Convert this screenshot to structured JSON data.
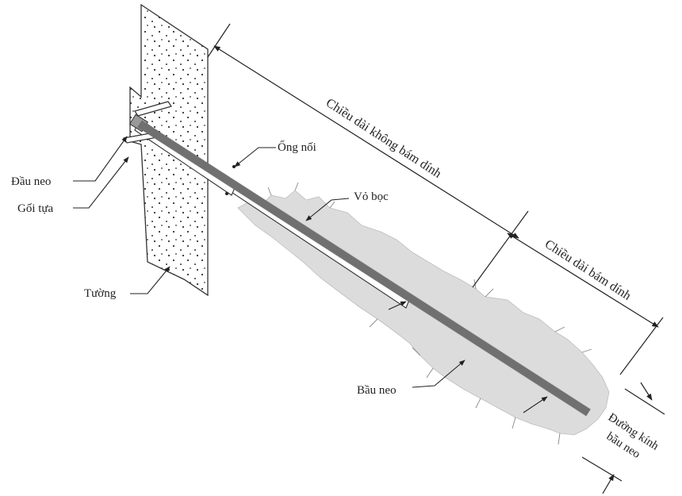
{
  "labels": {
    "dau_neo": "Đầu neo",
    "goi_tua": "Gối tựa",
    "tuong": "Tường",
    "ong_noi": "Ống nối",
    "vo_boc": "Vỏ bọc",
    "bau_neo": "Bầu neo",
    "chieu_dai_khong_bam_dinh": "Chiều dài không bám dính",
    "chieu_dai_bam_dinh": "Chiều dài bám dính",
    "duong_kinh_line1": "Đường kính",
    "duong_kinh_line2": "bầu neo"
  },
  "colors": {
    "grout": "#dcdcdc",
    "tendon": "#7a7a7a",
    "wall_fill": "#ffffff",
    "wall_dots": "#333333",
    "lines": "#222222"
  }
}
